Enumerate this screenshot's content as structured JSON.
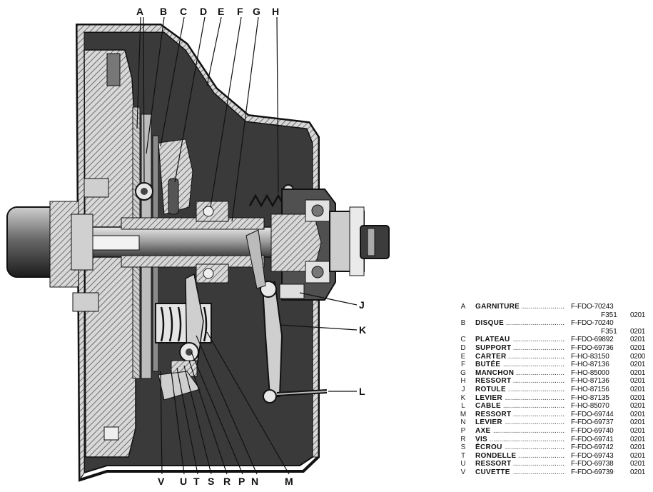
{
  "callouts_top": [
    "A",
    "B",
    "C",
    "D",
    "E",
    "F",
    "G",
    "H"
  ],
  "callouts_right": [
    "J",
    "K",
    "L"
  ],
  "callouts_bottom": [
    "V",
    "U",
    "T",
    "S",
    "R",
    "P",
    "N",
    "M"
  ],
  "legend": [
    {
      "letter": "A",
      "name": "GARNITURE",
      "ref": "F-FDO-70243",
      "sub": "F351",
      "code": "0201"
    },
    {
      "letter": "B",
      "name": "DISQUE",
      "ref": "F-FDO-70240",
      "sub": "F351",
      "code": "0201"
    },
    {
      "letter": "C",
      "name": "PLATEAU",
      "ref": "F-FDO-69892",
      "code": "0201"
    },
    {
      "letter": "D",
      "name": "SUPPORT",
      "ref": "F-FDO-69736",
      "code": "0201"
    },
    {
      "letter": "E",
      "name": "CARTER",
      "ref": "F-HO-83150",
      "code": "0200"
    },
    {
      "letter": "F",
      "name": "BUTÉE",
      "ref": "F-HO-87136",
      "code": "0201"
    },
    {
      "letter": "G",
      "name": "MANCHON",
      "ref": "F-HO-85000",
      "code": "0201"
    },
    {
      "letter": "H",
      "name": "RESSORT",
      "ref": "F-HO-87136",
      "code": "0201"
    },
    {
      "letter": "J",
      "name": "ROTULE",
      "ref": "F-HO-87156",
      "code": "0201"
    },
    {
      "letter": "K",
      "name": "LEVIER",
      "ref": "F-HO-87135",
      "code": "0201"
    },
    {
      "letter": "L",
      "name": "CABLE",
      "ref": "F-HO-85070",
      "code": "0201"
    },
    {
      "letter": "M",
      "name": "RESSORT",
      "ref": "F-FDO-69744",
      "code": "0201"
    },
    {
      "letter": "N",
      "name": "LEVIER",
      "ref": "F-FDO-69737",
      "code": "0201"
    },
    {
      "letter": "P",
      "name": "AXE",
      "ref": "F-FDO-69740",
      "code": "0201"
    },
    {
      "letter": "R",
      "name": "VIS",
      "ref": "F-FDO-69741",
      "code": "0201"
    },
    {
      "letter": "S",
      "name": "ÉCROU",
      "ref": "F-FDO-69742",
      "code": "0201"
    },
    {
      "letter": "T",
      "name": "RONDELLE",
      "ref": "F-FDO-69743",
      "code": "0201"
    },
    {
      "letter": "U",
      "name": "RESSORT",
      "ref": "F-FDO-69738",
      "code": "0201"
    },
    {
      "letter": "V",
      "name": "CUVETTE",
      "ref": "F-FDO-69739",
      "code": "0201"
    }
  ]
}
